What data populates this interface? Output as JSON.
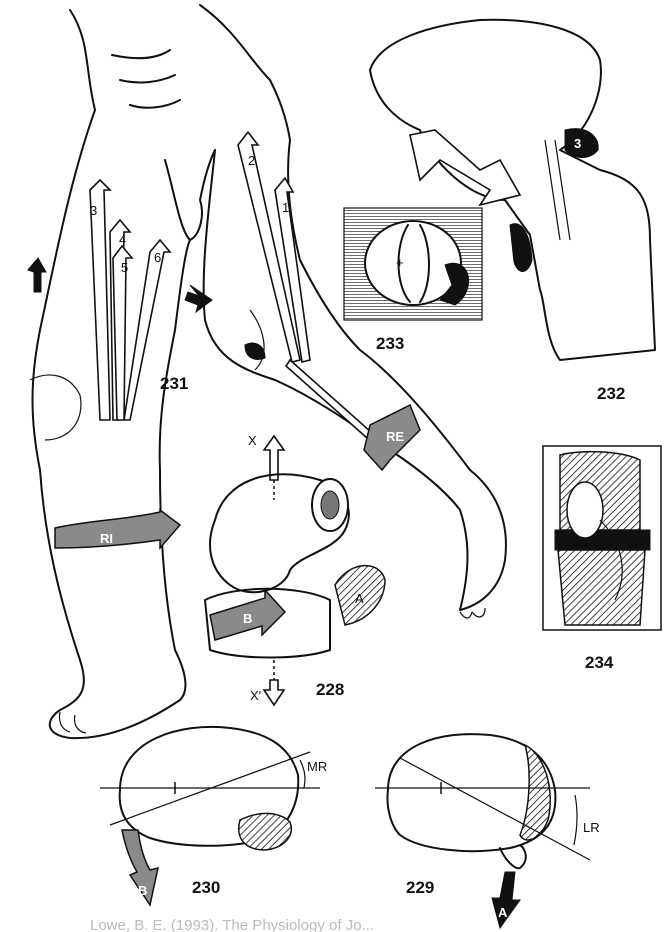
{
  "figures": {
    "fig228": {
      "number": "228",
      "labels": {
        "axis_top": "X",
        "axis_bottom": "X'",
        "arrow_a": "A",
        "arrow_b": "B"
      }
    },
    "fig229": {
      "number": "229",
      "labels": {
        "angle": "LR",
        "arrow": "A"
      }
    },
    "fig230": {
      "number": "230",
      "labels": {
        "angle": "MR",
        "arrow": "B"
      }
    },
    "fig231": {
      "number": "231",
      "labels": {
        "muscles": [
          "1",
          "2",
          "3",
          "4",
          "5",
          "6"
        ],
        "rotation_right": "RI",
        "rotation_left": "RE"
      }
    },
    "fig232": {
      "number": "232",
      "labels": {
        "ligament": "3"
      }
    },
    "fig233": {
      "number": "233",
      "labels": {
        "center": "+"
      }
    },
    "fig234": {
      "number": "234"
    }
  },
  "caption": "Lowe, B. E. (1993). The Physiology of Jo..."
}
